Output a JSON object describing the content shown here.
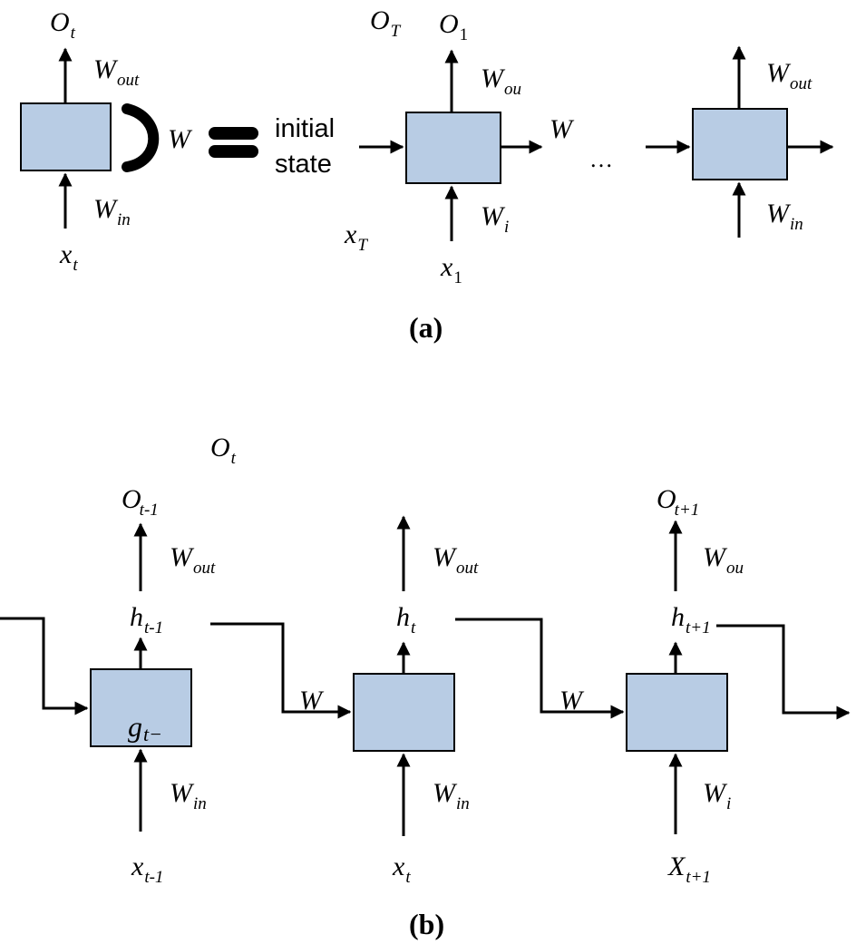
{
  "panel_a": {
    "caption": "(a)",
    "initial_state_line1": "initial",
    "initial_state_line2": "state",
    "ellipsis": "…",
    "labels": {
      "o_t": {
        "base": "O",
        "sub": "t"
      },
      "w_out": {
        "base": "W",
        "sub": "out"
      },
      "w_in": {
        "base": "W",
        "sub": "in"
      },
      "x_t": {
        "base": "x",
        "sub": "t"
      },
      "w_loop": {
        "base": "W",
        "sub": ""
      },
      "o_T": {
        "base": "O",
        "sub": "T"
      },
      "o_1": {
        "base": "O",
        "sub": "1"
      },
      "w_ou": {
        "base": "W",
        "sub": "ou"
      },
      "w_right": {
        "base": "W",
        "sub": ""
      },
      "w_i": {
        "base": "W",
        "sub": "i"
      },
      "x_T": {
        "base": "x",
        "sub": "T"
      },
      "x_1": {
        "base": "x",
        "sub": "1"
      },
      "w_out_3": {
        "base": "W",
        "sub": "out"
      },
      "w_in_3": {
        "base": "W",
        "sub": "in"
      }
    }
  },
  "panel_b": {
    "caption": "(b)",
    "labels": {
      "o_t_top": {
        "base": "O",
        "sub": "t"
      },
      "o_tm1": {
        "base": "O",
        "sub": "t-1"
      },
      "w_out_1": {
        "base": "W",
        "sub": "out"
      },
      "h_tm1": {
        "base": "h",
        "sub": "t-1"
      },
      "g_t": {
        "base": "g",
        "sub": "t−"
      },
      "w_in_1": {
        "base": "W",
        "sub": "in"
      },
      "x_tm1": {
        "base": "x",
        "sub": "t-1"
      },
      "w_out_2": {
        "base": "W",
        "sub": "out"
      },
      "h_t": {
        "base": "h",
        "sub": "t"
      },
      "w_12": {
        "base": "W",
        "sub": ""
      },
      "w_in_2": {
        "base": "W",
        "sub": "in"
      },
      "x_t": {
        "base": "x",
        "sub": "t"
      },
      "o_tp1": {
        "base": "O",
        "sub": "t+1"
      },
      "w_ou_3": {
        "base": "W",
        "sub": "ou"
      },
      "h_tp1": {
        "base": "h",
        "sub": "t+1"
      },
      "w_23": {
        "base": "W",
        "sub": ""
      },
      "w_i_3": {
        "base": "W",
        "sub": "i"
      },
      "X_tp1": {
        "base": "X",
        "sub": "t+1"
      }
    }
  },
  "colors": {
    "box_fill": "#b8cce4",
    "stroke": "#000000"
  }
}
